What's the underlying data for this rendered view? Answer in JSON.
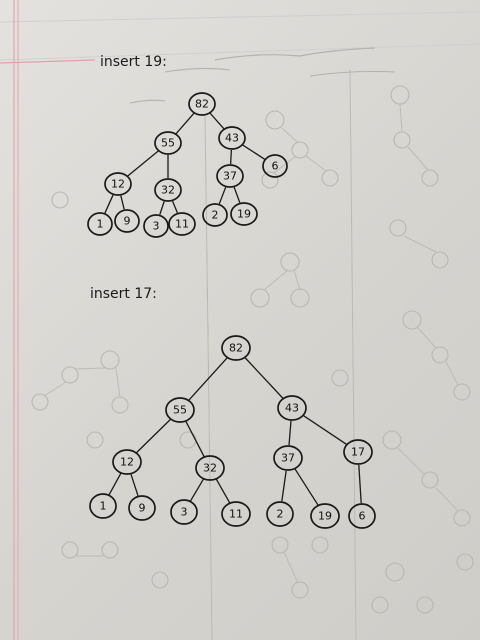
{
  "sections": [
    {
      "heading": "insert 19:",
      "nodes": [
        {
          "id": "a1",
          "label": "82"
        },
        {
          "id": "a2",
          "label": "55"
        },
        {
          "id": "a3",
          "label": "43"
        },
        {
          "id": "a4",
          "label": "12"
        },
        {
          "id": "a5",
          "label": "32"
        },
        {
          "id": "a6",
          "label": "37"
        },
        {
          "id": "a7",
          "label": "6"
        },
        {
          "id": "a8",
          "label": "1"
        },
        {
          "id": "a9",
          "label": "9"
        },
        {
          "id": "a10",
          "label": "3"
        },
        {
          "id": "a11",
          "label": "11"
        },
        {
          "id": "a12",
          "label": "2"
        },
        {
          "id": "a13",
          "label": "19"
        }
      ],
      "edges": [
        [
          "a1",
          "a2"
        ],
        [
          "a1",
          "a3"
        ],
        [
          "a2",
          "a4"
        ],
        [
          "a2",
          "a5"
        ],
        [
          "a3",
          "a6"
        ],
        [
          "a3",
          "a7"
        ],
        [
          "a4",
          "a8"
        ],
        [
          "a4",
          "a9"
        ],
        [
          "a5",
          "a10"
        ],
        [
          "a5",
          "a11"
        ],
        [
          "a6",
          "a12"
        ],
        [
          "a6",
          "a13"
        ]
      ]
    },
    {
      "heading": "insert 17:",
      "nodes": [
        {
          "id": "b1",
          "label": "82"
        },
        {
          "id": "b2",
          "label": "55"
        },
        {
          "id": "b3",
          "label": "43"
        },
        {
          "id": "b4",
          "label": "12"
        },
        {
          "id": "b5",
          "label": "32"
        },
        {
          "id": "b6",
          "label": "37"
        },
        {
          "id": "b7",
          "label": "17"
        },
        {
          "id": "b8",
          "label": "1"
        },
        {
          "id": "b9",
          "label": "9"
        },
        {
          "id": "b10",
          "label": "3"
        },
        {
          "id": "b11",
          "label": "11"
        },
        {
          "id": "b12",
          "label": "2"
        },
        {
          "id": "b13",
          "label": "19"
        },
        {
          "id": "b14",
          "label": "6"
        }
      ],
      "edges": [
        [
          "b1",
          "b2"
        ],
        [
          "b1",
          "b3"
        ],
        [
          "b2",
          "b4"
        ],
        [
          "b2",
          "b5"
        ],
        [
          "b3",
          "b6"
        ],
        [
          "b3",
          "b7"
        ],
        [
          "b4",
          "b8"
        ],
        [
          "b4",
          "b9"
        ],
        [
          "b5",
          "b10"
        ],
        [
          "b5",
          "b11"
        ],
        [
          "b6",
          "b12"
        ],
        [
          "b6",
          "b13"
        ],
        [
          "b7",
          "b14"
        ]
      ]
    }
  ]
}
